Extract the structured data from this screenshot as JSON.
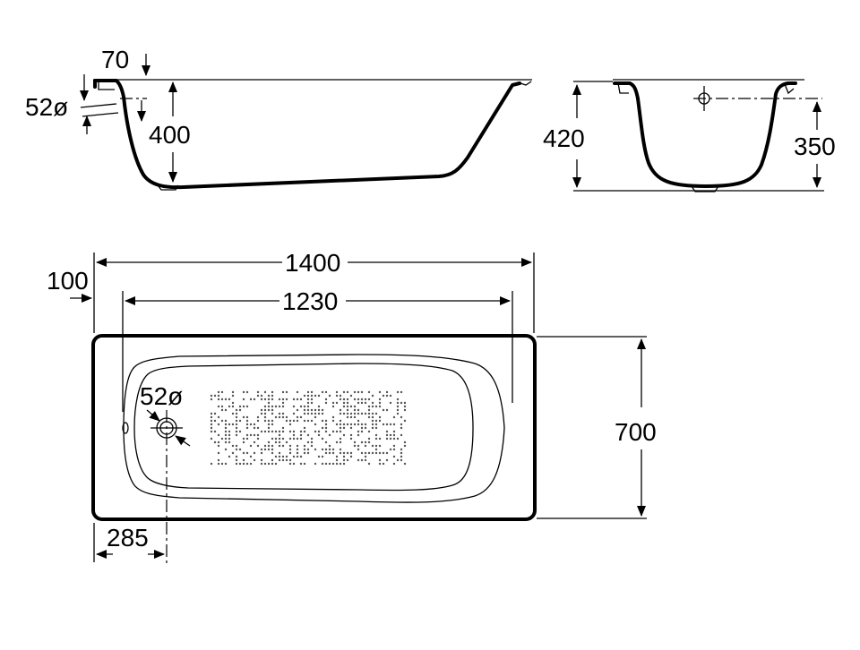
{
  "dimensions": {
    "side_top_offset": "70",
    "side_pipe_diameter": "52ø",
    "side_depth": "400",
    "end_height": "420",
    "end_outlet_height": "350",
    "plan_length": "1400",
    "plan_inner_length": "1230",
    "plan_rim_offset": "100",
    "plan_width": "700",
    "plan_outlet_diameter": "52ø",
    "plan_drain_offset": "285"
  },
  "colors": {
    "line": "#000000",
    "background": "#ffffff"
  }
}
